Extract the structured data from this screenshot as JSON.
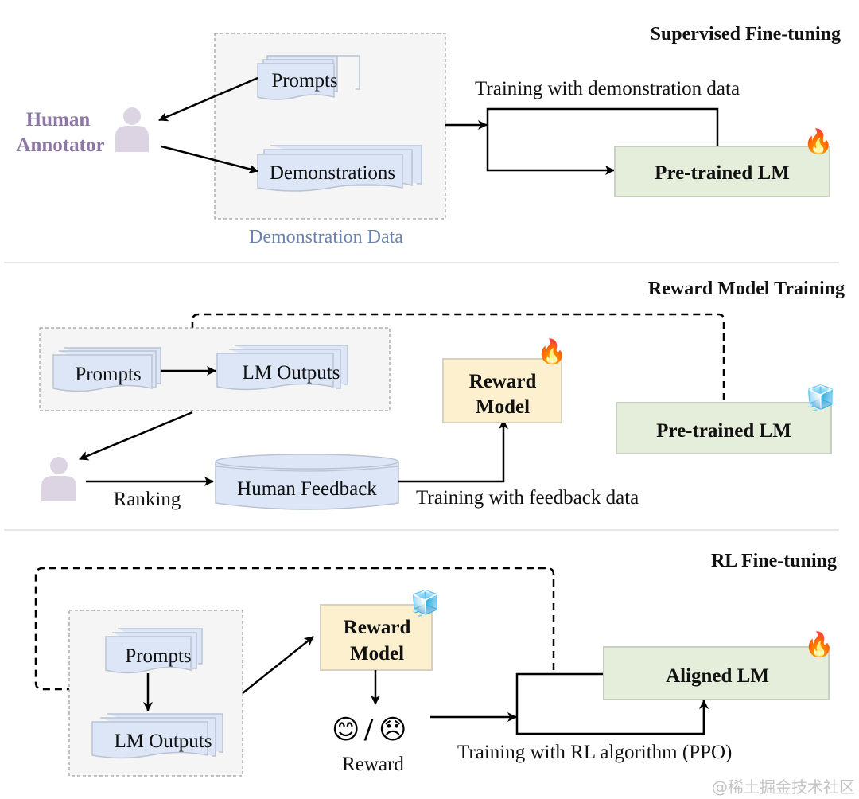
{
  "sections": {
    "sft": {
      "title": "Supervised Fine-tuning",
      "human_label_line1": "Human",
      "human_label_line2": "Annotator",
      "prompts": "Prompts",
      "demonstrations": "Demonstrations",
      "group_label": "Demonstration Data",
      "edge_label": "Training with demonstration data",
      "model": "Pre-trained LM",
      "model_state": "trainable",
      "model_badge": "🔥"
    },
    "rm": {
      "title": "Reward Model Training",
      "prompts": "Prompts",
      "outputs": "LM Outputs",
      "ranking_label": "Ranking",
      "feedback_db": "Human Feedback",
      "edge_label": "Training with feedback data",
      "reward_model_line1": "Reward",
      "reward_model_line2": "Model",
      "reward_model_state": "trainable",
      "reward_model_badge": "🔥",
      "lm": "Pre-trained LM",
      "lm_state": "frozen",
      "lm_badge": "🧊"
    },
    "rl": {
      "title": "RL Fine-tuning",
      "prompts": "Prompts",
      "outputs": "LM Outputs",
      "reward_model_line1": "Reward",
      "reward_model_line2": "Model",
      "reward_model_state": "frozen",
      "reward_model_badge": "🧊",
      "reward_faces": [
        "😊",
        "/",
        "😞"
      ],
      "reward_label": "Reward",
      "edge_label": "Training with RL algorithm (PPO)",
      "model": "Aligned LM",
      "model_state": "trainable",
      "model_badge": "🔥"
    }
  },
  "watermark": "@稀土掘金技术社区",
  "colors": {
    "doc_fill": "#dce6f7",
    "doc_stroke": "#b9c3d3",
    "lm_fill": "#e4eedb",
    "lm_stroke": "#c9cfc3",
    "rm_fill": "#fcf0cf",
    "rm_stroke": "#d6d1c0",
    "group_fill": "#f5f5f5",
    "group_stroke": "#8a8a8a",
    "person": "#dcd4e3",
    "human_text": "#8d77a5",
    "demo_label": "#6b82ad",
    "divider": "#dddddd"
  }
}
